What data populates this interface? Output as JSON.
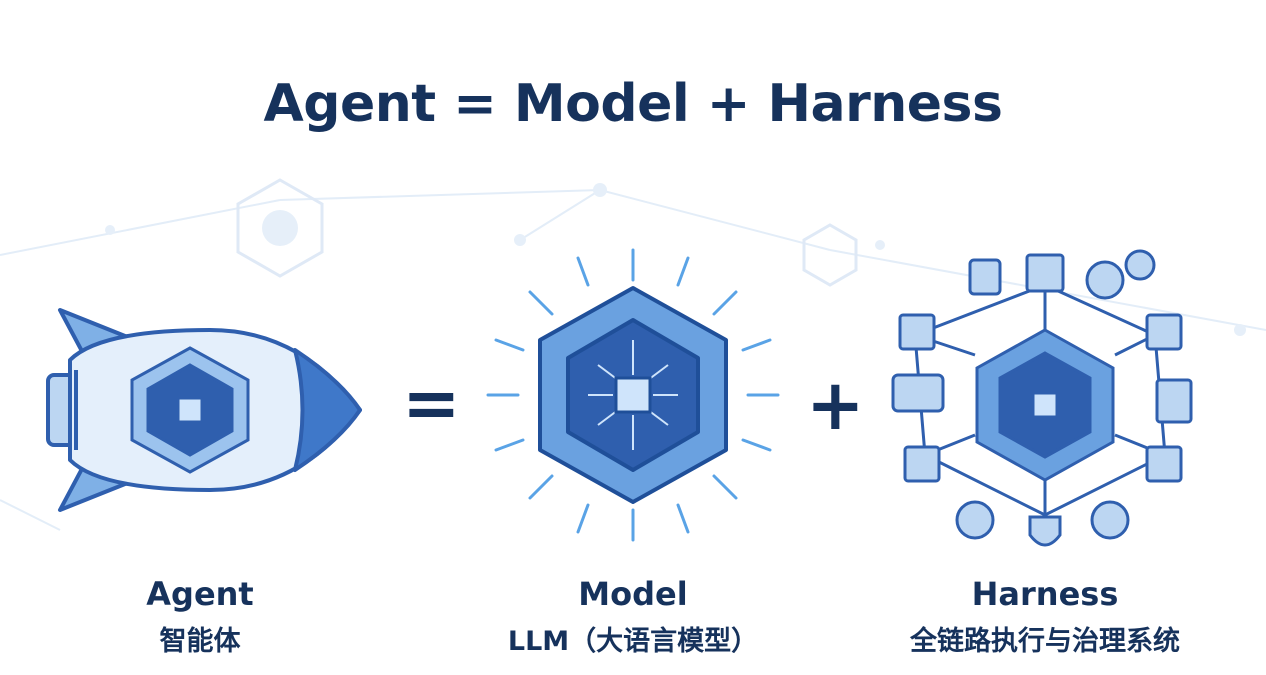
{
  "title": "Agent = Model + Harness",
  "operators": {
    "equals": "=",
    "plus": "+"
  },
  "agent": {
    "name": "Agent",
    "subtitle": "智能体",
    "icon": "rocket-with-chip-crystal-icon"
  },
  "model": {
    "name": "Model",
    "subtitle": "LLM（大语言模型）",
    "icon": "glowing-chip-crystal-icon"
  },
  "harness": {
    "name": "Harness",
    "subtitle": "全链路执行与治理系统",
    "icon": "chip-crystal-network-icon"
  },
  "colors": {
    "title": "#16325c",
    "primary": "#2f5fae",
    "light": "#9cc3ee",
    "pale": "#dceaf8"
  }
}
